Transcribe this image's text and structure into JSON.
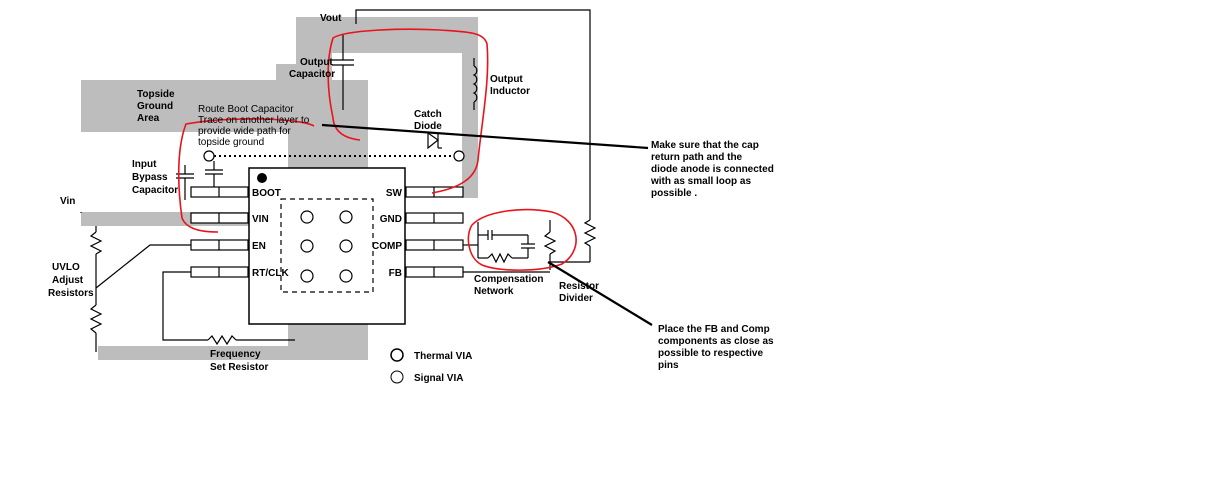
{
  "colors": {
    "copper": "#bdbdbd",
    "annotation": "#e8141c",
    "ink": "#000000"
  },
  "labels": {
    "vout": "Vout",
    "output_capacitor": [
      "Output",
      "Capacitor"
    ],
    "output_inductor": [
      "Output",
      "Inductor"
    ],
    "topside_ground": [
      "Topside",
      "Ground",
      "Area"
    ],
    "route_boot": [
      "Route Boot Capacitor",
      "Trace on another layer to",
      "provide wide path for",
      "topside ground"
    ],
    "catch_diode": [
      "Catch",
      "Diode"
    ],
    "input_bypass": [
      "Input",
      "Bypass",
      "Capacitor"
    ],
    "vin": "Vin",
    "uvlo": [
      "UVLO",
      "Adjust",
      "Resistors"
    ],
    "compensation": [
      "Compensation",
      "Network"
    ],
    "resistor_divider": [
      "Resistor",
      "Divider"
    ],
    "frequency_set": [
      "Frequency",
      "Set Resistor"
    ]
  },
  "pins": {
    "left": [
      "BOOT",
      "VIN",
      "EN",
      "RT/CLK"
    ],
    "right": [
      "SW",
      "GND",
      "COMP",
      "FB"
    ]
  },
  "legend": {
    "thermal": "Thermal VIA",
    "signal": "Signal VIA"
  },
  "notes": {
    "cap_return": [
      "Make sure that the cap",
      "return path and the",
      "diode anode is connected",
      "with as small loop as",
      "possible ."
    ],
    "fb_comp": [
      "Place the FB and Comp",
      "components as close as",
      "possible to respective",
      "pins"
    ]
  }
}
